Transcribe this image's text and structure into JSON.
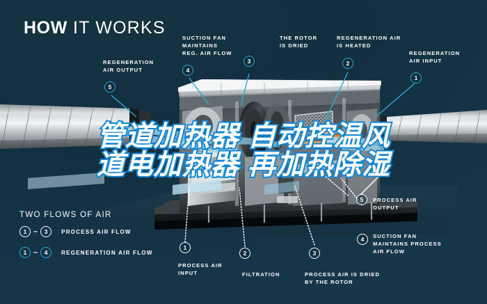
{
  "header": {
    "title_bold": "HOW",
    "title_light": " IT WORKS"
  },
  "colors": {
    "background_dark": "#13303c",
    "background_blue": "#1c3a52",
    "accent_blue": "#2ea8d8",
    "marker_white": "#ffffff",
    "airflow_blue": "#7ec8e8",
    "heater_orange": "#f08a28",
    "watermark_stroke": "#1387d4"
  },
  "top_callouts": [
    {
      "number": "5",
      "label": "REGENERATION\nAIR OUTPUT",
      "style": "blue"
    },
    {
      "number": "4",
      "label": "SUCTION FAN\nMAINTAINS\nREG. AIR FLOW",
      "style": "blue"
    },
    {
      "number": "3",
      "label": "THE ROTOR\nIS DRIED",
      "style": "blue"
    },
    {
      "number": "2",
      "label": "REGENERATION AIR\nIS HEATED",
      "style": "blue"
    },
    {
      "number": "1",
      "label": "REGENERATION\nAIR INPUT",
      "style": "blue"
    }
  ],
  "bottom_callouts": [
    {
      "number": "1",
      "label": "PROCESS AIR\nINPUT",
      "style": "white"
    },
    {
      "number": "2",
      "label": "FILTRATION",
      "style": "white"
    },
    {
      "number": "3",
      "label": "PROCESS AIR IS DRIED\nBY THE ROTOR",
      "style": "white"
    },
    {
      "number": "4",
      "label": "SUCTION FAN\nMAINTAINS PROCESS\nAIR FLOW",
      "style": "white"
    },
    {
      "number": "5",
      "label": "PROCESS AIR\nOUTPUT",
      "style": "white"
    }
  ],
  "legend": {
    "title": "TWO FLOWS OF AIR",
    "rows": [
      {
        "from": "1",
        "to": "3",
        "label": "PROCESS AIR FLOW",
        "style": "white"
      },
      {
        "from": "1",
        "to": "4",
        "label": "REGENERATION AIR FLOW",
        "style": "blue"
      }
    ]
  },
  "watermark": {
    "line1": "管道加热器 自动控温风",
    "line2": "道电加热器 再加热除湿"
  }
}
